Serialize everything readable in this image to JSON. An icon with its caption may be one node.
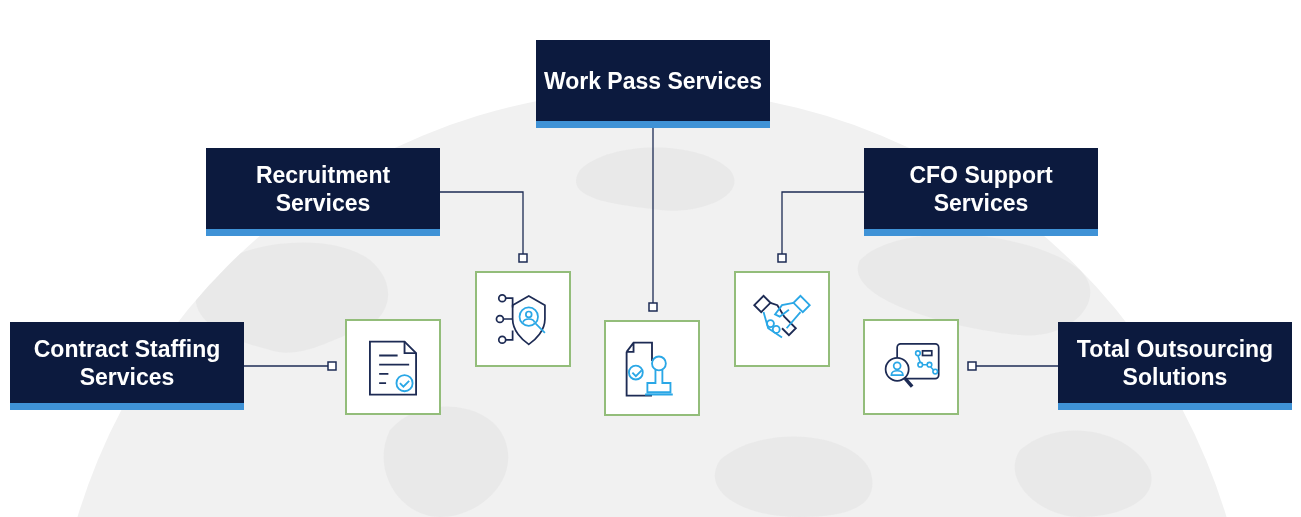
{
  "diagram": {
    "nodes": [
      {
        "text": [
          "Work Pass Services"
        ]
      },
      {
        "text": [
          "Recruitment Services"
        ]
      },
      {
        "text": [
          "CFO Support Services"
        ]
      },
      {
        "text": [
          "Contract Staffing Services"
        ]
      },
      {
        "text": [
          "Total Outsourcing Solutions"
        ]
      },
      {
        "text": [],
        "shape": "box"
      },
      {
        "text": [],
        "shape": "box"
      },
      {
        "text": [],
        "shape": "box"
      },
      {
        "text": [],
        "shape": "box"
      },
      {
        "text": [],
        "shape": "box"
      }
    ],
    "edges": [
      {
        "from": 0,
        "to": 7,
        "arrow": "other"
      },
      {
        "from": 1,
        "to": 6,
        "arrow": "other"
      },
      {
        "from": 2,
        "to": 8,
        "arrow": "other"
      },
      {
        "from": 3,
        "to": 5,
        "arrow": "other"
      },
      {
        "from": 4,
        "to": 9,
        "arrow": "other"
      }
    ]
  }
}
